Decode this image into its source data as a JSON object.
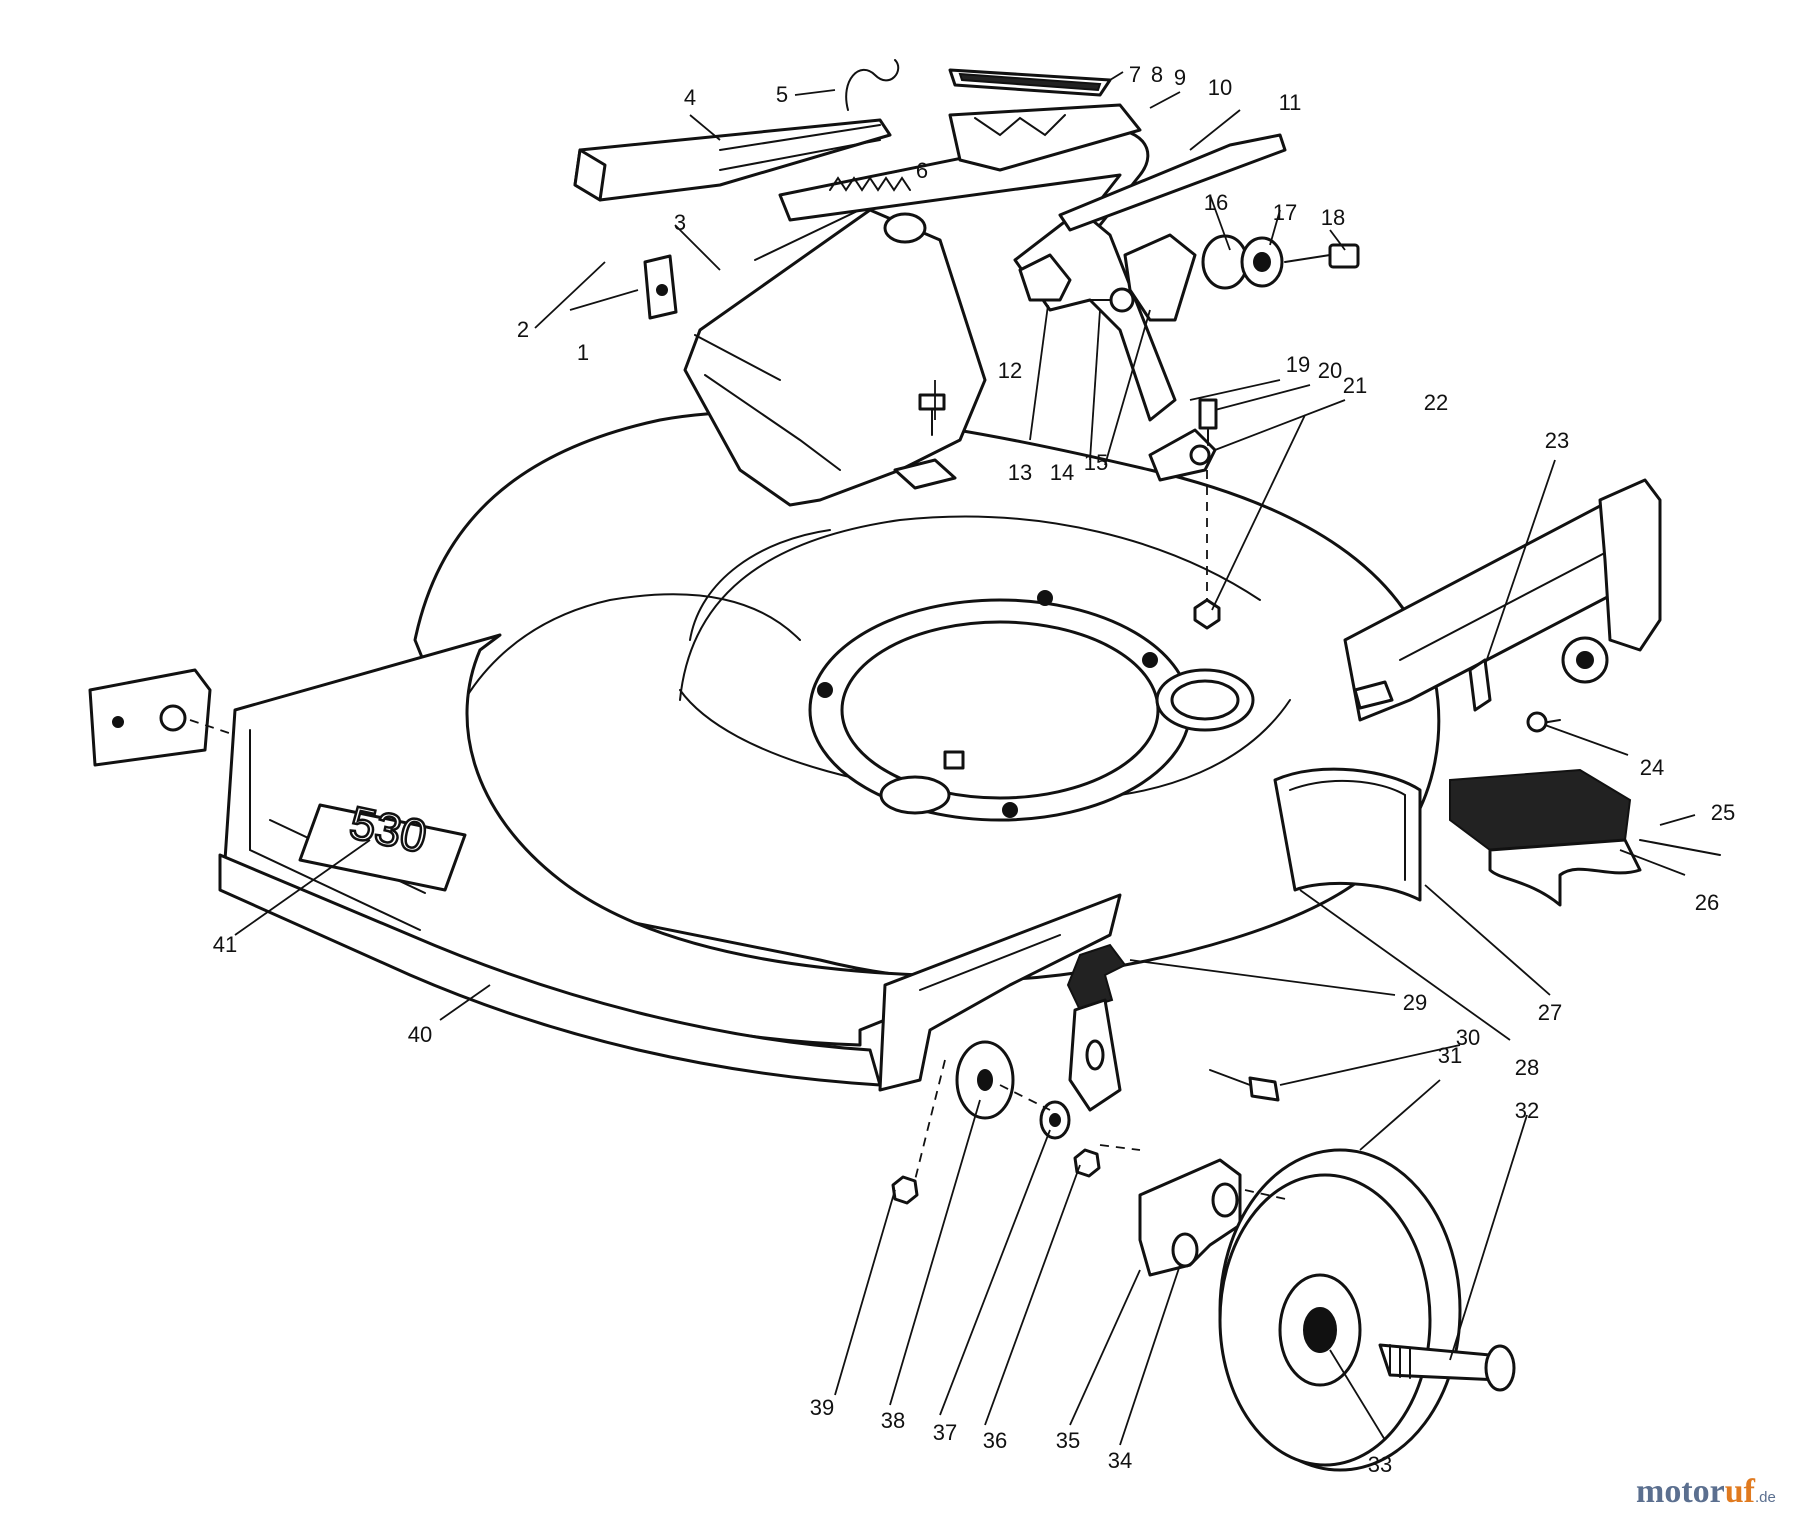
{
  "diagram": {
    "badge_text": "530",
    "callouts": [
      "1",
      "2",
      "3",
      "4",
      "5",
      "6",
      "7",
      "8",
      "9",
      "10",
      "11",
      "12",
      "13",
      "14",
      "15",
      "16",
      "17",
      "18",
      "19",
      "20",
      "21",
      "22",
      "23",
      "24",
      "25",
      "26",
      "27",
      "28",
      "29",
      "30",
      "31",
      "32",
      "33",
      "34",
      "35",
      "36",
      "37",
      "38",
      "39",
      "40",
      "41"
    ]
  },
  "watermark": {
    "part_a": "motor",
    "part_b": "uf",
    "suffix": ".de"
  },
  "colors": {
    "line": "#111111",
    "background": "#ffffff",
    "watermark_blue": "#5b6f8f",
    "watermark_orange": "#e07a1f"
  }
}
